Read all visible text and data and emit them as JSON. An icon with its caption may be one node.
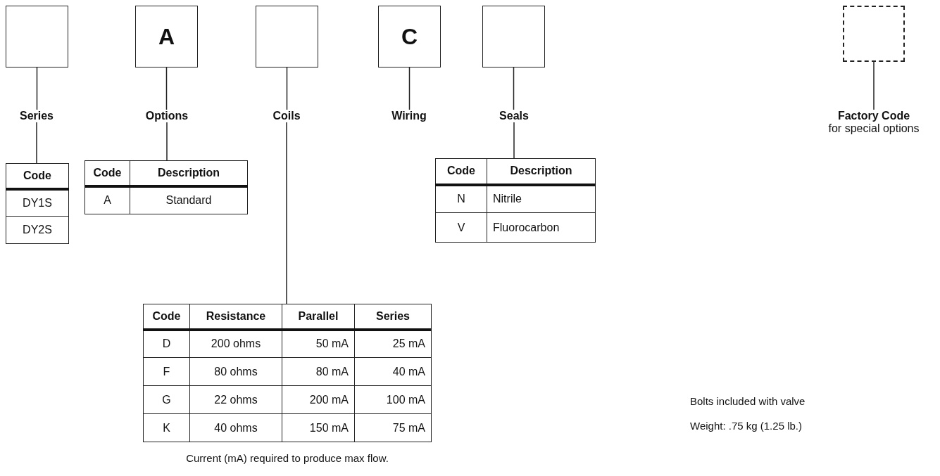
{
  "diagram": {
    "nodes": [
      {
        "text": [],
        "shape": "box"
      },
      {
        "text": [
          "A"
        ]
      },
      {
        "text": [],
        "shape": "box"
      },
      {
        "text": [
          "C"
        ]
      },
      {
        "text": [],
        "shape": "box"
      },
      {
        "text": [],
        "shape": "box"
      },
      {
        "text": [
          "Series"
        ]
      },
      {
        "text": [
          "Options"
        ]
      },
      {
        "text": [
          "Coils"
        ]
      },
      {
        "text": [
          "Wiring"
        ]
      },
      {
        "text": [
          "Seals"
        ]
      },
      {
        "text": [
          "Factory Code",
          "for special options"
        ]
      },
      {
        "text": [
          "Code",
          "DY1S",
          "DY2S"
        ]
      },
      {
        "text": [
          "Code",
          "Description",
          "A",
          "Standard"
        ]
      },
      {
        "text": [
          "Code",
          "Description",
          "N",
          "Nitrile",
          "V",
          "Fluorocarbon"
        ]
      },
      {
        "text": [
          "Code",
          "Resistance",
          "Parallel",
          "Series",
          "D",
          "200 ohms",
          "50 mA",
          "25 mA",
          "F",
          "80 ohms",
          "80 mA",
          "40 mA",
          "G",
          "22 ohms",
          "200 mA",
          "100 mA",
          "K",
          "40 ohms",
          "150 mA",
          "75 mA"
        ],
        "beside": [
          "Current (mA) required to produce max flow."
        ]
      }
    ],
    "edges": [
      {
        "from": 0,
        "to": 6,
        "arrow": "none"
      },
      {
        "from": 1,
        "to": 7,
        "arrow": "none"
      },
      {
        "from": 2,
        "to": 8,
        "arrow": "none"
      },
      {
        "from": 3,
        "to": 9,
        "arrow": "none"
      },
      {
        "from": 4,
        "to": 10,
        "arrow": "none"
      },
      {
        "from": 5,
        "to": 11,
        "arrow": "none"
      },
      {
        "from": 6,
        "to": 12,
        "arrow": "none"
      },
      {
        "from": 7,
        "to": 13,
        "arrow": "none"
      },
      {
        "from": 8,
        "to": 15,
        "arrow": "none"
      },
      {
        "from": 10,
        "to": 14,
        "arrow": "none"
      }
    ],
    "labels": [
      "Bolts included with valve",
      "Weight: .75 kg (1.25 lb.)"
    ]
  }
}
